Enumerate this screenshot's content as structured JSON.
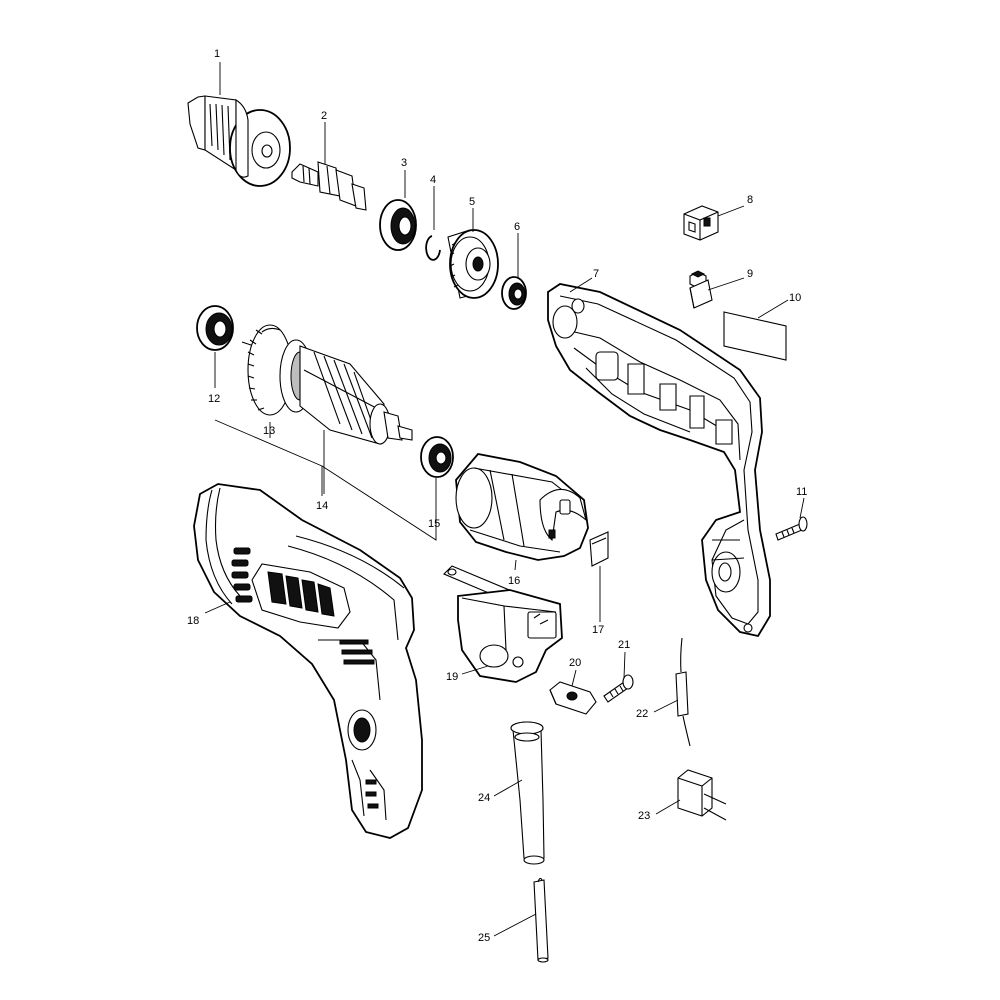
{
  "callouts": [
    "1",
    "2",
    "3",
    "4",
    "5",
    "6",
    "7",
    "8",
    "9",
    "10",
    "11",
    "12",
    "13",
    "14",
    "15",
    "16",
    "17",
    "18",
    "19",
    "20",
    "21",
    "22",
    "23",
    "24",
    "25"
  ],
  "colors": {
    "line": "#000000",
    "fill": "#ffffff",
    "shade": "#bdbdbd",
    "dark": "#111111"
  }
}
